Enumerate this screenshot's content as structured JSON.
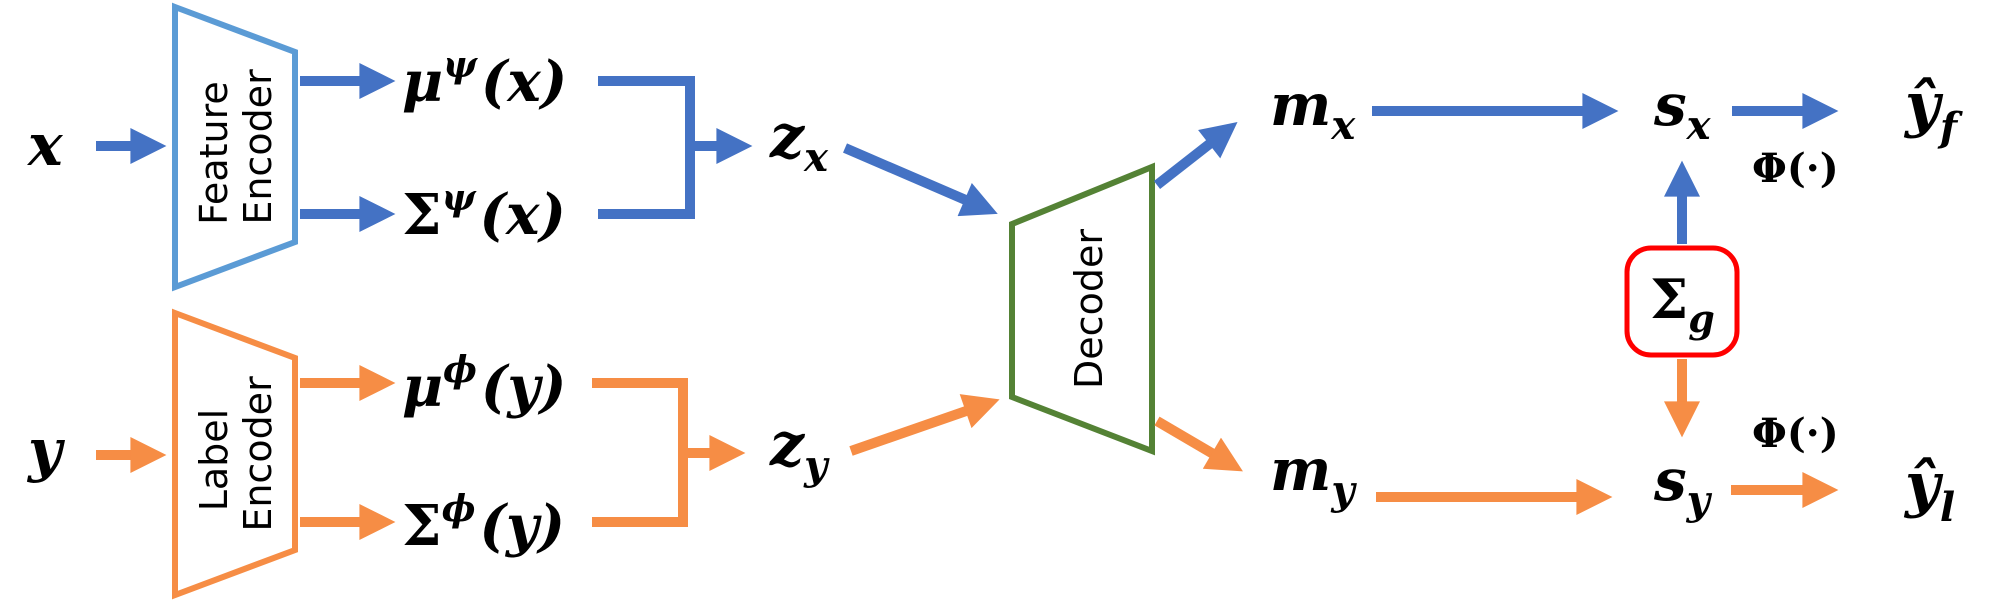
{
  "colors": {
    "blue": "#4472C4",
    "light_blue": "#5B9BD5",
    "orange": "#F68D45",
    "green": "#548235",
    "red": "#FF0000",
    "text": "#000000"
  },
  "inputs": {
    "x": "x",
    "y": "y"
  },
  "feature_encoder": {
    "line1": "Feature",
    "line2": "Encoder"
  },
  "label_encoder": {
    "line1": "Label",
    "line2": "Encoder"
  },
  "decoder": {
    "label": "Decoder"
  },
  "feature_branch": {
    "mu": {
      "base": "μ",
      "sup": "ψ",
      "arg": "(x)"
    },
    "sigma": {
      "base": "Σ",
      "sup": "ψ",
      "arg": "(x)"
    },
    "z": {
      "base": "z",
      "sub": "x"
    },
    "m": {
      "base": "m",
      "sub": "x"
    },
    "s": {
      "base": "s",
      "sub": "x"
    },
    "phi": "Φ(·)",
    "yhat": {
      "base": "ŷ",
      "sub": "f"
    }
  },
  "label_branch": {
    "mu": {
      "base": "μ",
      "sup": "ϕ",
      "arg": "(y)"
    },
    "sigma": {
      "base": "Σ",
      "sup": "ϕ",
      "arg": "(y)"
    },
    "z": {
      "base": "z",
      "sub": "y"
    },
    "m": {
      "base": "m",
      "sub": "y"
    },
    "s": {
      "base": "s",
      "sub": "y"
    },
    "phi": "Φ(·)",
    "yhat": {
      "base": "ŷ",
      "sub": "l"
    }
  },
  "sigma_g": {
    "base": "Σ",
    "sub": "g"
  }
}
